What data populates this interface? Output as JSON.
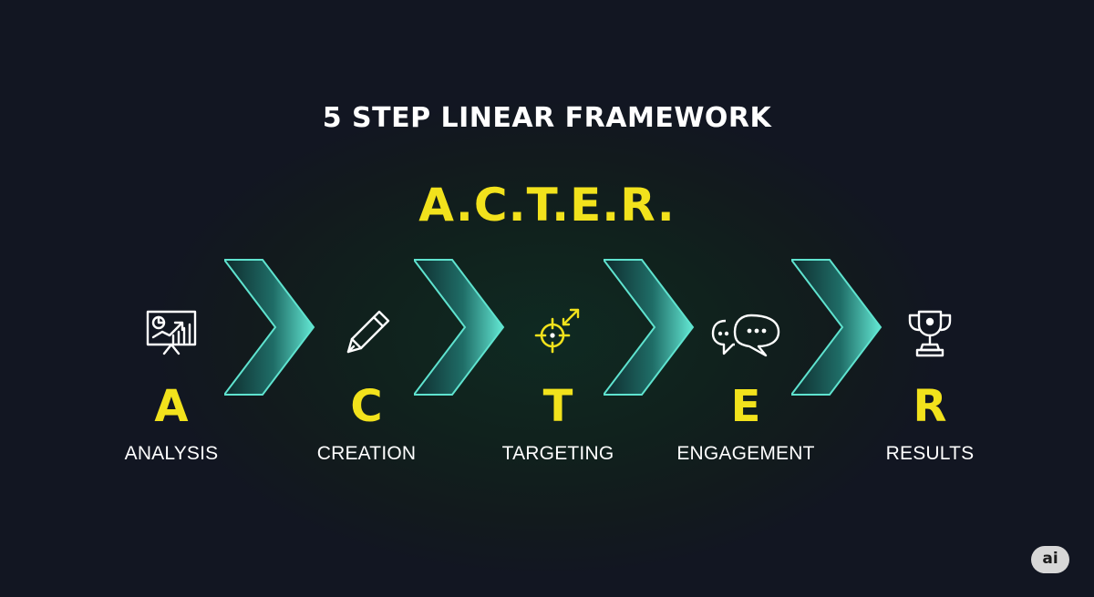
{
  "subtitle": "5 STEP LINEAR FRAMEWORK",
  "title": "A.C.T.E.R.",
  "steps": [
    {
      "letter": "A",
      "label": "ANALYSIS",
      "icon": "analytics-chart-icon"
    },
    {
      "letter": "C",
      "label": "CREATION",
      "icon": "pen-icon"
    },
    {
      "letter": "T",
      "label": "TARGETING",
      "icon": "target-crosshair-icon"
    },
    {
      "letter": "E",
      "label": "ENGAGEMENT",
      "icon": "chat-bubbles-icon"
    },
    {
      "letter": "R",
      "label": "RESULTS",
      "icon": "trophy-icon"
    }
  ],
  "badge": "ai",
  "colors": {
    "background": "#121622",
    "accent_yellow": "#f2e21c",
    "chevron_teal": "#5fe3cf",
    "text_white": "#ffffff"
  }
}
